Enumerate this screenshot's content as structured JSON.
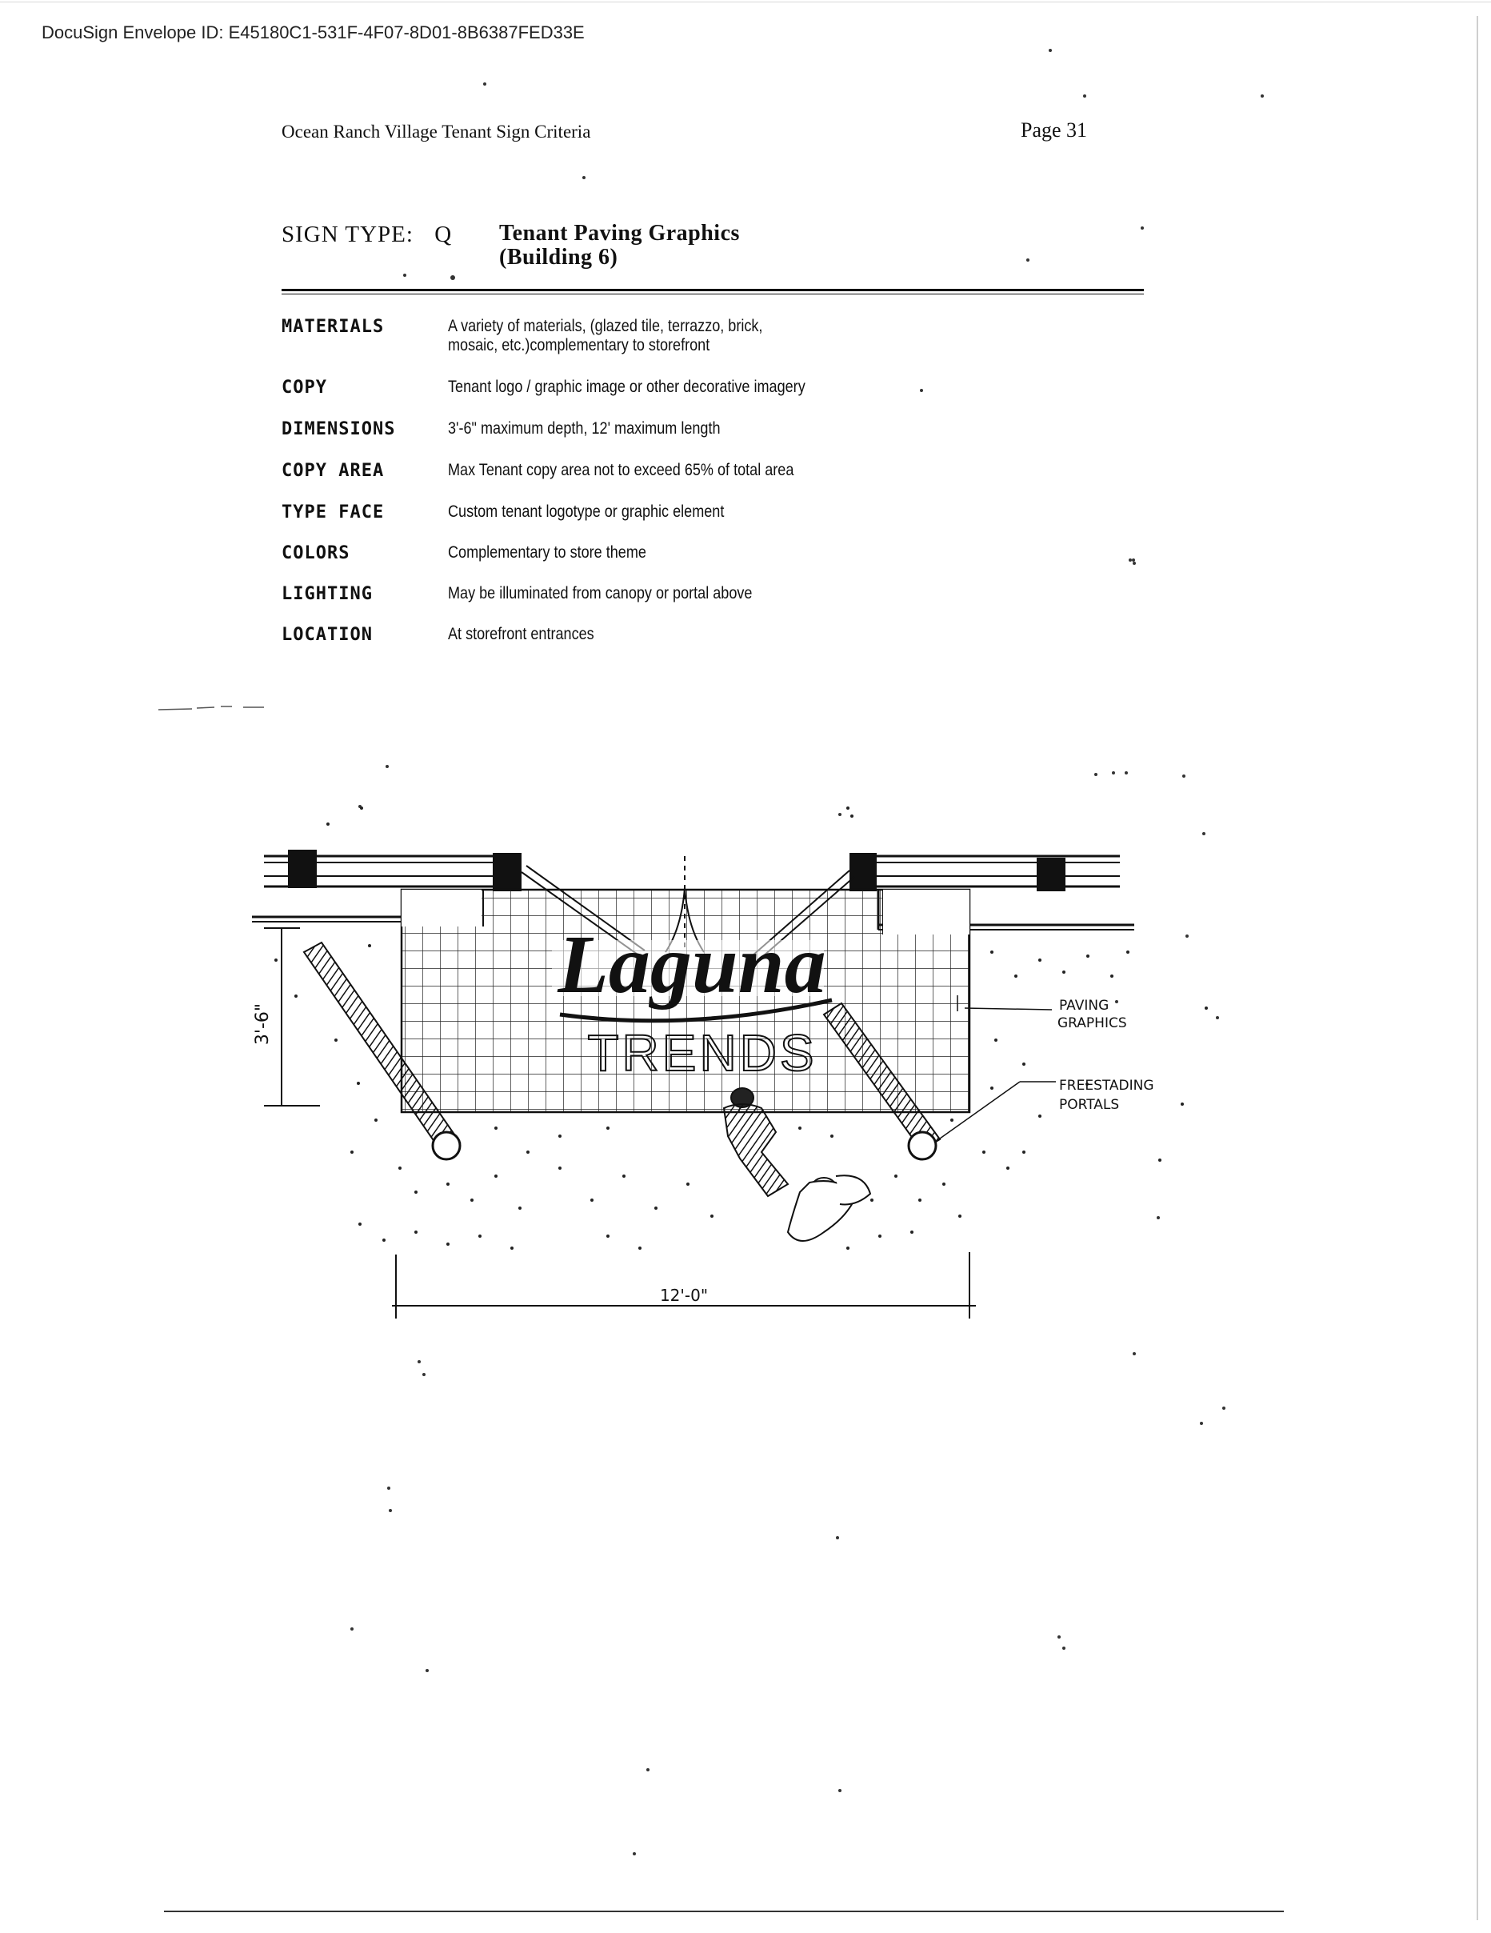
{
  "envelope_id": "DocuSign Envelope ID: E45180C1-531F-4F07-8D01-8B6387FED33E",
  "header": {
    "title": "Ocean Ranch Village Tenant Sign Criteria",
    "page": "Page 31"
  },
  "sign": {
    "type_label": "SIGN TYPE:",
    "type_code": "Q",
    "title_line1": "Tenant Paving Graphics",
    "title_line2": "(Building 6)"
  },
  "specs": [
    {
      "label": "MATERIALS",
      "value": "A variety of materials, (glazed tile, terrazzo, brick, mosaic, etc.)complementary to storefront"
    },
    {
      "label": "COPY",
      "value": "Tenant logo / graphic image or other decorative imagery"
    },
    {
      "label": "DIMENSIONS",
      "value": "3'-6\" maximum depth, 12' maximum length"
    },
    {
      "label": "COPY AREA",
      "value": "Max Tenant copy area not to exceed 65% of total area"
    },
    {
      "label": "TYPE FACE",
      "value": "Custom tenant logotype or graphic element"
    },
    {
      "label": "COLORS",
      "value": "Complementary to store theme"
    },
    {
      "label": "LIGHTING",
      "value": "May be illuminated from canopy or portal above"
    },
    {
      "label": "LOCATION",
      "value": "At storefront entrances"
    }
  ],
  "drawing": {
    "logo_script": "Laguna",
    "logo_word": "TRENDS",
    "callout_paving_1": "PAVING",
    "callout_paving_2": "GRAPHICS",
    "callout_portals_1": "FREESTADING",
    "callout_portals_2": "PORTALS",
    "dim_depth": "3'-6\"",
    "dim_length": "12'-0\""
  }
}
